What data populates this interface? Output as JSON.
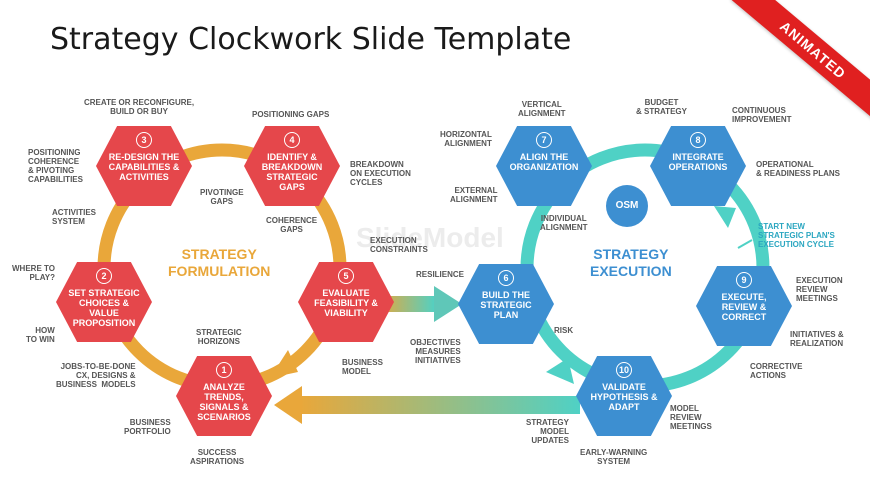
{
  "title": "Strategy Clockwork Slide Template",
  "ribbon": "ANIMATED",
  "watermark": "SlideModel",
  "formulation_title": "STRATEGY\nFORMULATION",
  "execution_title": "STRATEGY\nEXECUTION",
  "osm": "OSM",
  "start_new": "START NEW\nSTRATEGIC PLAN'S\nEXECUTION CYCLE",
  "colors": {
    "red": "#e5474b",
    "blue": "#3d8fd1",
    "orange": "#e9a73a",
    "teal": "#4fd1c5"
  },
  "steps": [
    {
      "num": "1",
      "label": "ANALYZE TRENDS, SIGNALS & SCENARIOS"
    },
    {
      "num": "2",
      "label": "SET STRATEGIC CHOICES & VALUE PROPOSITION"
    },
    {
      "num": "3",
      "label": "RE-DESIGN THE CAPABILITIES & ACTIVITIES"
    },
    {
      "num": "4",
      "label": "IDENTIFY & BREAKDOWN STRATEGIC GAPS"
    },
    {
      "num": "5",
      "label": "EVALUATE FEASIBILITY & VIABILITY"
    },
    {
      "num": "6",
      "label": "BUILD THE STRATEGIC PLAN"
    },
    {
      "num": "7",
      "label": "ALIGN THE ORGANIZATION"
    },
    {
      "num": "8",
      "label": "INTEGRATE OPERATIONS"
    },
    {
      "num": "9",
      "label": "EXECUTE, REVIEW & CORRECT"
    },
    {
      "num": "10",
      "label": "VALIDATE HYPOTHESIS & ADAPT"
    }
  ],
  "annotations": {
    "create": "CREATE OR RECONFIGURE,\nBUILD OR BUY",
    "positioning_gaps": "POSITIONING GAPS",
    "positioning_coherence": "POSITIONING\nCOHERENCE\n& PIVOTING\nCAPABILITIES",
    "breakdown_cycles": "BREAKDOWN\nON EXECUTION\nCYCLES",
    "pivoting_gaps": "PIVOTINGE\nGAPS",
    "activities_system": "ACTIVITIES\nSYSTEM",
    "coherence_gaps": "COHERENCE\nGAPS",
    "execution_constraints": "EXECUTION\nCONSTRAINTS",
    "where_to_play": "WHERE TO\nPLAY?",
    "how_to_win": "HOW\nTO WIN",
    "strategic_horizons": "STRATEGIC\nHORIZONS",
    "business_model": "BUSINESS\nMODEL",
    "jobs": "JOBS-TO-BE-DONE\nCX, DESIGNS &\nBUSINESS  MODELS",
    "business_portfolio": "BUSINESS\nPORTFOLIO",
    "success_aspirations": "SUCCESS\nASPIRATIONS",
    "vertical_alignment": "VERTICAL\nALIGNMENT",
    "horizontal_alignment": "HORIZONTAL\nALIGNMENT",
    "external_alignment": "EXTERNAL\nALIGNMENT",
    "individual_alignment": "INDIVIDUAL\nALIGNMENT",
    "budget_strategy": "BUDGET\n& STRATEGY",
    "continuous_improvement": "CONTINUOUS\nIMPROVEMENT",
    "operational_readiness": "OPERATIONAL\n& READINESS PLANS",
    "resilience": "RESILIENCE",
    "objectives": "OBJECTIVES\nMEASURES\nINITIATIVES",
    "risk": "RISK",
    "execution_review_meetings": "EXECUTION\nREVIEW\nMEETINGS",
    "initiatives_realization": "INITIATIVES &\nREALIZATION",
    "corrective_actions": "CORRECTIVE\nACTIONS",
    "model_review_meetings": "MODEL\nREVIEW\nMEETINGS",
    "strategy_model_updates": "STRATEGY\nMODEL\nUPDATES",
    "early_warning": "EARLY-WARNING\nSYSTEM"
  }
}
